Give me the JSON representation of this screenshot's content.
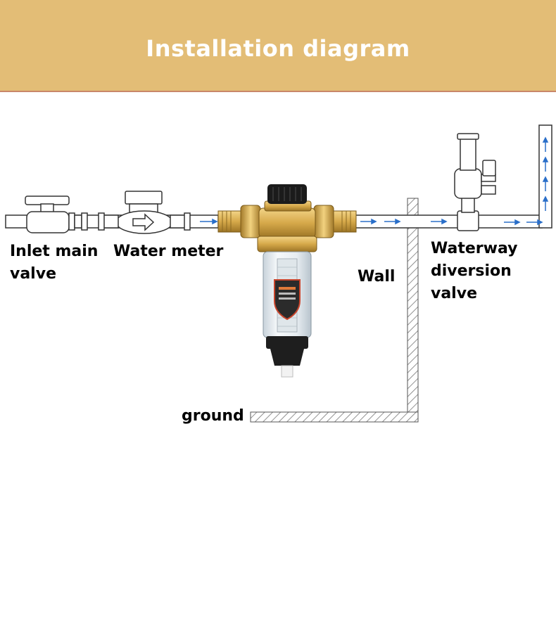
{
  "header": {
    "title": "Installation diagram"
  },
  "labels": {
    "inlet_main_valve": [
      "Inlet main",
      "valve"
    ],
    "water_meter": "Water meter",
    "wall": "Wall",
    "waterway_diversion_valve": [
      "Waterway",
      "diversion",
      "valve"
    ],
    "ground": "ground"
  },
  "icons": [
    "ball-valve-icon",
    "water-meter-icon",
    "prefilter-icon",
    "tee-valve-icon",
    "flow-arrow-icon"
  ],
  "colors": {
    "banner": "#e3bd76",
    "flow_arrow": "#2a6fc9",
    "brass": "#d6a94a",
    "pipe_outline": "#333333"
  }
}
